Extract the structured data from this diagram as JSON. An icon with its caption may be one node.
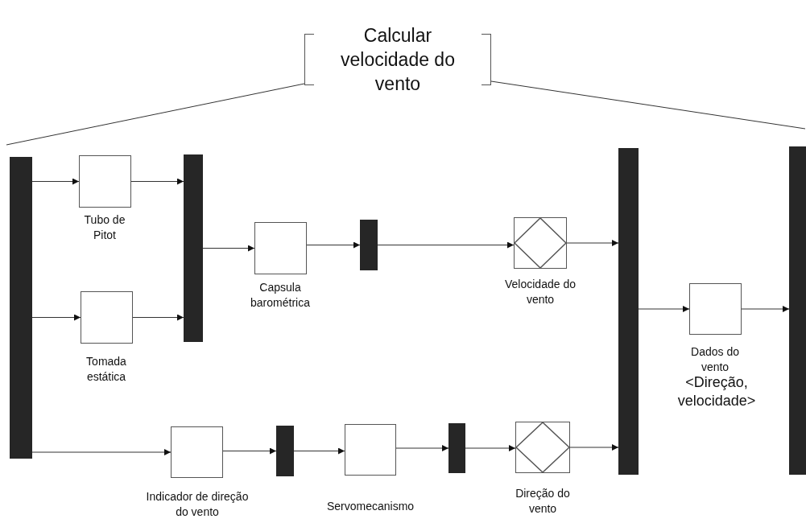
{
  "diagram": {
    "nodes": [
      {
        "text": [
          "Calcular velocidade do vento"
        ]
      },
      {
        "text": [],
        "shape": "bar"
      },
      {
        "text": [],
        "shape": "box",
        "beside": [
          "Tubo de Pitot"
        ]
      },
      {
        "text": [],
        "shape": "box",
        "beside": [
          "Tomada estática"
        ]
      },
      {
        "text": [],
        "shape": "bar"
      },
      {
        "text": [],
        "shape": "box",
        "beside": [
          "Capsula barométrica"
        ]
      },
      {
        "text": [],
        "shape": "bar"
      },
      {
        "text": [],
        "shape": "diamond",
        "beside": [
          "Velocidade do vento"
        ]
      },
      {
        "text": [],
        "shape": "box",
        "beside": [
          "Indicador de direção do vento"
        ]
      },
      {
        "text": [],
        "shape": "bar"
      },
      {
        "text": [],
        "shape": "box",
        "beside": [
          "Servomecanismo"
        ]
      },
      {
        "text": [],
        "shape": "bar"
      },
      {
        "text": [],
        "shape": "diamond",
        "beside": [
          "Direção do vento"
        ]
      },
      {
        "text": [],
        "shape": "bar"
      },
      {
        "text": [],
        "shape": "box",
        "beside": [
          "Dados do vento",
          "<Direção, velocidade>"
        ]
      },
      {
        "text": [],
        "shape": "bar"
      }
    ],
    "edges": [
      {
        "from": 0,
        "to": null,
        "arrow": "none"
      },
      {
        "from": 0,
        "to": null,
        "arrow": "none"
      },
      {
        "from": 1,
        "to": 2,
        "arrow": "to"
      },
      {
        "from": 2,
        "to": 4,
        "arrow": "to"
      },
      {
        "from": 1,
        "to": 3,
        "arrow": "to"
      },
      {
        "from": 3,
        "to": 4,
        "arrow": "to"
      },
      {
        "from": 4,
        "to": 5,
        "arrow": "to"
      },
      {
        "from": 5,
        "to": 6,
        "arrow": "to"
      },
      {
        "from": 6,
        "to": 7,
        "arrow": "to"
      },
      {
        "from": 7,
        "to": 13,
        "arrow": "to"
      },
      {
        "from": 1,
        "to": 8,
        "arrow": "to"
      },
      {
        "from": 8,
        "to": 9,
        "arrow": "to"
      },
      {
        "from": 9,
        "to": 10,
        "arrow": "to"
      },
      {
        "from": 10,
        "to": 11,
        "arrow": "to"
      },
      {
        "from": 11,
        "to": 12,
        "arrow": "to"
      },
      {
        "from": 12,
        "to": 13,
        "arrow": "to"
      },
      {
        "from": 13,
        "to": 14,
        "arrow": "to"
      },
      {
        "from": 14,
        "to": 15,
        "arrow": "to"
      }
    ]
  }
}
